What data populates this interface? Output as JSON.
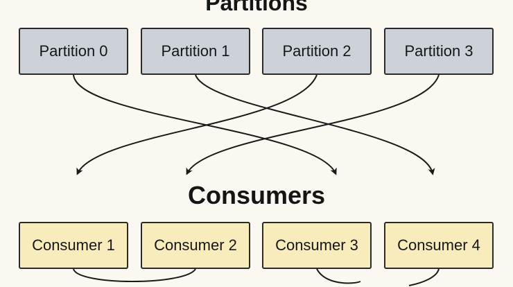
{
  "diagram": {
    "partitions_title": "Partitions",
    "consumers_title": "Consumers",
    "partitions": [
      {
        "label": "Partition 0"
      },
      {
        "label": "Partition 1"
      },
      {
        "label": "Partition 2"
      },
      {
        "label": "Partition 3"
      }
    ],
    "consumers": [
      {
        "label": "Consumer 1"
      },
      {
        "label": "Consumer 2"
      },
      {
        "label": "Consumer 3"
      },
      {
        "label": "Consumer 4"
      }
    ],
    "assignments": [
      {
        "from": "Partition 0",
        "to": "Consumer 3"
      },
      {
        "from": "Partition 1",
        "to": "Consumer 4"
      },
      {
        "from": "Partition 2",
        "to": "Consumer 1"
      },
      {
        "from": "Partition 3",
        "to": "Consumer 2"
      }
    ],
    "colors": {
      "partition_fill": "#ccd2d8",
      "consumer_fill": "#f8ecbc",
      "border": "#2a2a2a",
      "arrow": "#1a1a1a",
      "background": "#fbf8f1"
    }
  }
}
